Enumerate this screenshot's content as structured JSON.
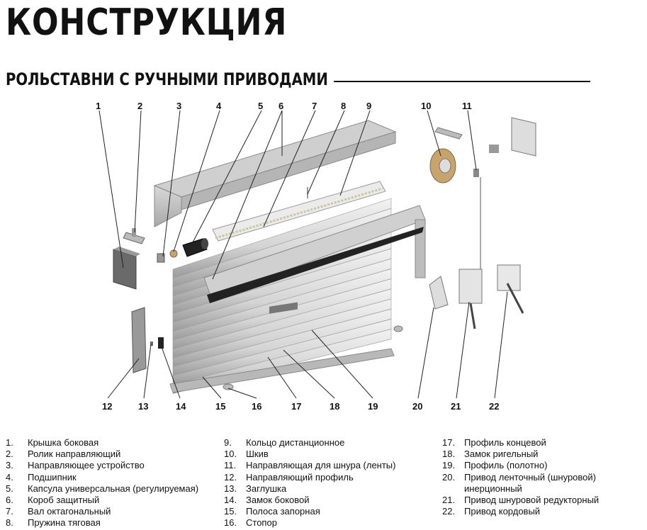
{
  "title": "КОНСТРУКЦИЯ",
  "subtitle": "РОЛЬСТАВНИ С РУЧНЫМИ ПРИВОДАМИ",
  "callouts": {
    "top": [
      "1",
      "2",
      "3",
      "4",
      "5",
      "6",
      "7",
      "8",
      "9",
      "10",
      "11"
    ],
    "bottom": [
      "12",
      "13",
      "14",
      "15",
      "16",
      "17",
      "18",
      "19",
      "20",
      "21",
      "22"
    ]
  },
  "legend": [
    {
      "num": "1.",
      "text": "Крышка боковая"
    },
    {
      "num": "2.",
      "text": "Ролик направляющий"
    },
    {
      "num": "3.",
      "text": "Направляющее устройство"
    },
    {
      "num": "4.",
      "text": "Подшипник"
    },
    {
      "num": "5.",
      "text": "Капсула универсальная (регулируемая)"
    },
    {
      "num": "6.",
      "text": "Короб защитный"
    },
    {
      "num": "7.",
      "text": "Вал октагональный"
    },
    {
      "num": "8.",
      "text": "Пружина тяговая"
    },
    {
      "num": "9.",
      "text": "Кольцо дистанционное"
    },
    {
      "num": "10.",
      "text": "Шкив"
    },
    {
      "num": "11.",
      "text": "Направляющая для шнура (ленты)"
    },
    {
      "num": "12.",
      "text": "Направляющий профиль"
    },
    {
      "num": "13.",
      "text": "Заглушка"
    },
    {
      "num": "14.",
      "text": "Замок боковой"
    },
    {
      "num": "15.",
      "text": "Полоса запорная"
    },
    {
      "num": "16.",
      "text": "Стопор"
    },
    {
      "num": "17.",
      "text": "Профиль концевой"
    },
    {
      "num": "18.",
      "text": "Замок ригельный"
    },
    {
      "num": "19.",
      "text": "Профиль (полотно)"
    },
    {
      "num": "20.",
      "text": "Привод ленточный (шнуровой) инерционный"
    },
    {
      "num": "21.",
      "text": "Привод шнуровой редукторный"
    },
    {
      "num": "22.",
      "text": "Привод кордовый"
    }
  ]
}
